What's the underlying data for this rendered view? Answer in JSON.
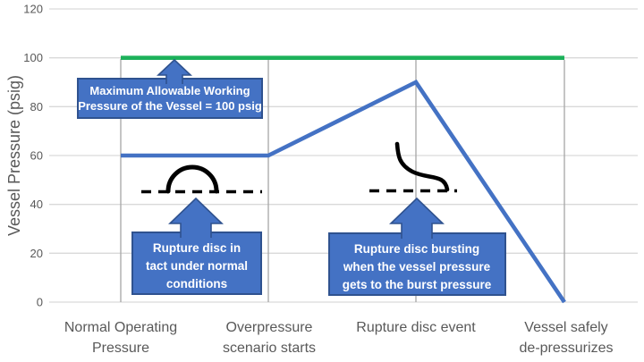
{
  "chart_data": {
    "type": "line",
    "categories": [
      "Normal Operating Pressure",
      "Overpressure scenario starts",
      "Rupture disc event",
      "Vessel safely de-pressurizes"
    ],
    "series": [
      {
        "name": "Vessel pressure",
        "values": [
          60,
          60,
          90,
          0
        ],
        "color": "#4472C4"
      },
      {
        "name": "Maximum Allowable Working Pressure",
        "values": [
          100,
          100,
          100,
          100
        ],
        "color": "#1CB15A"
      }
    ],
    "title": "",
    "xlabel": "",
    "ylabel": "Vessel Pressure (psig)",
    "ylim": [
      0,
      120
    ],
    "yticks": [
      0,
      20,
      40,
      60,
      80,
      100,
      120
    ],
    "legend": "none",
    "grid": "horizontal major gridlines; vertical drop lines at each category from 100 psig to 0"
  },
  "y_axis": {
    "title": "Vessel Pressure (psig)",
    "ticks": [
      "120",
      "100",
      "80",
      "60",
      "40",
      "20",
      "0"
    ]
  },
  "x_axis": {
    "labels": [
      {
        "line1": "Normal Operating",
        "line2": "Pressure"
      },
      {
        "line1": "Overpressure",
        "line2": "scenario starts"
      },
      {
        "line1": "Rupture disc event",
        "line2": ""
      },
      {
        "line1": "Vessel safely",
        "line2": "de-pressurizes"
      }
    ]
  },
  "annotations": {
    "mawp": {
      "lines": [
        "Maximum Allowable Working",
        "Pressure of the Vessel = 100 psig"
      ]
    },
    "intact": {
      "lines": [
        "Rupture disc in",
        "tact under normal",
        "conditions"
      ]
    },
    "burst": {
      "lines": [
        "Rupture disc bursting",
        "when the vessel pressure",
        "gets to the burst pressure"
      ]
    }
  },
  "icons": {
    "intact_disc": "dome-rupture-disc-icon",
    "burst_disc": "burst-rupture-disc-icon"
  },
  "colors": {
    "series_blue": "#4472C4",
    "mawp_green": "#1CB15A",
    "callout_fill": "#4472C4",
    "callout_border": "#2F528F",
    "axis_text": "#595959",
    "gridline": "#D9D9D9",
    "dropline": "#A6A6A6",
    "disc_icon": "#000000"
  }
}
